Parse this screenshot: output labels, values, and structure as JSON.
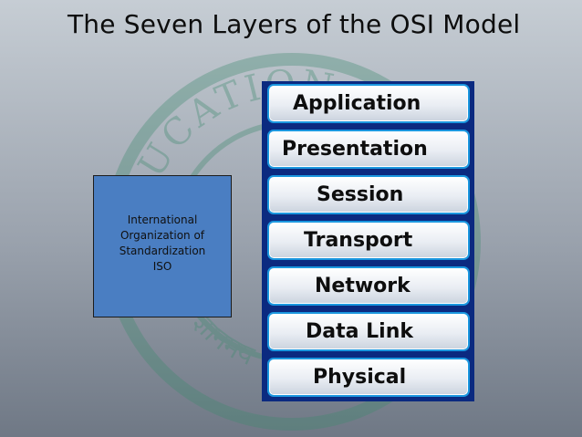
{
  "title": "The Seven Layers of the OSI Model",
  "iso_box": {
    "lines": [
      "International",
      "Organization of",
      "Standardization",
      "ISO"
    ]
  },
  "layers": [
    "Application",
    "Presentation",
    "Session",
    "Transport",
    "Network",
    "Data Link",
    "Physical"
  ],
  "watermark": {
    "top_text": "EDUCATION TRUST",
    "bottom_text": "ज्ञानमय"
  }
}
